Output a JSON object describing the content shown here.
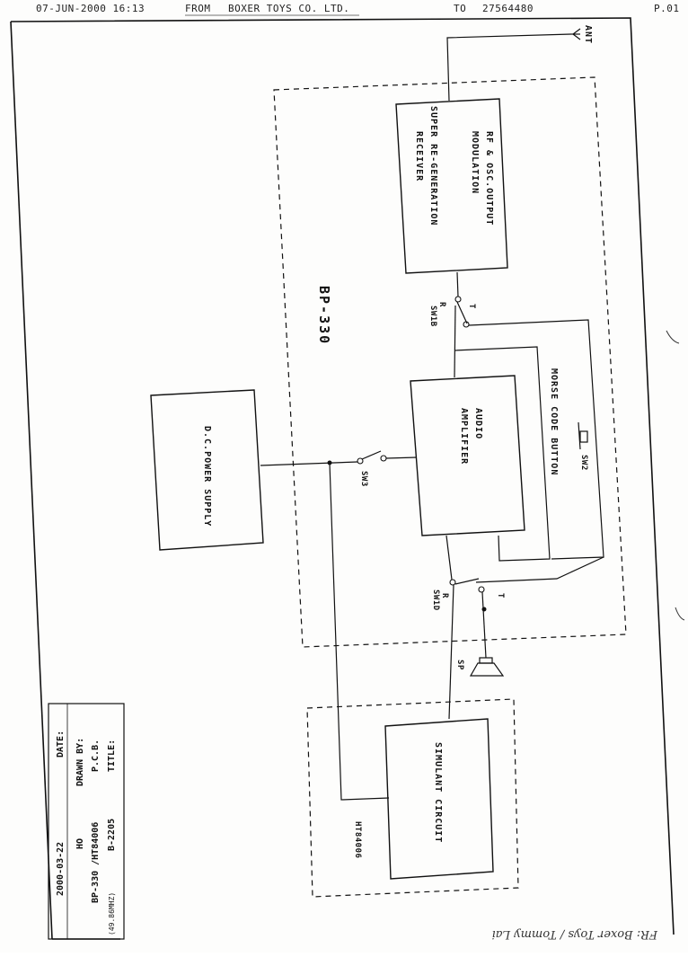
{
  "fax_header": {
    "date_time": "07-JUN-2000  16:13",
    "from_label": "FROM",
    "from_company": "BOXER TOYS CO. LTD.",
    "to_label": "TO",
    "to_number": "27564480",
    "page": "P.01"
  },
  "diagram": {
    "main_title": "BP-330",
    "blocks": {
      "rf_module": [
        "RF & OSC.OUTPUT",
        "MODULATION",
        "SUPER RE-GENERATION",
        "RECEIVER"
      ],
      "audio_amp": [
        "AUDIO",
        "AMPLIFIER"
      ],
      "dc_supply": "D.C.POWER SUPPLY",
      "morse_button": "MORSE CODE BUTTON",
      "simulant": "SIMULANT CIRCUIT"
    },
    "labels": {
      "antenna": "ANT",
      "sw1b": "SW1B",
      "sw1d": "SW1D",
      "sw2": "SW2",
      "sw3": "SW3",
      "sp": "SP",
      "t": "T",
      "r": "R",
      "ic": "HT84006"
    }
  },
  "title_block": {
    "title_label": "TITLE:",
    "title_value": "B-2205",
    "title_note": "(49.86MHZ)",
    "pcb_label": "P.C.B.",
    "pcb_value": "BP-330 /HT84006",
    "drawn_label": "DRAWN BY:",
    "drawn_value": "HO",
    "date_label": "DATE:",
    "date_value": "2000-03-22"
  },
  "handwritten_note": "FR: Boxer Toys / Tommy Lai"
}
